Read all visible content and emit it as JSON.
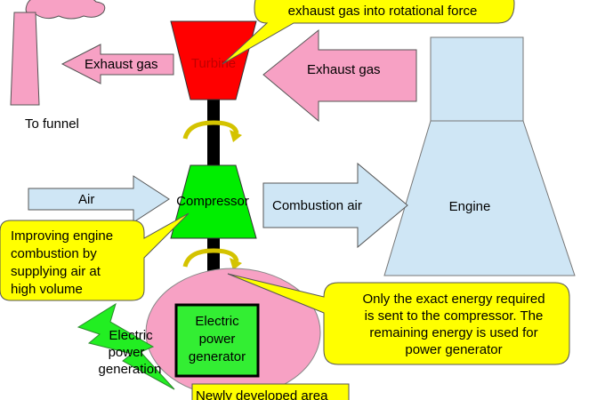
{
  "labels": {
    "turbine": "Turbine",
    "compressor": "Compressor",
    "engine": "Engine",
    "to_funnel": "To funnel",
    "air": "Air",
    "exhaust_gas_left": "Exhaust gas",
    "exhaust_gas_right": "Exhaust gas",
    "combustion_air": "Combustion air",
    "generator_line1": "Electric",
    "generator_line2": "power",
    "generator_line3": "generator",
    "lightning_line1": "Electric",
    "lightning_line2": "power",
    "lightning_line3": "generation",
    "new_area": "Newly developed area"
  },
  "callouts": {
    "turbine_note": "exhaust gas into rotational force",
    "compressor_note": [
      "Improving engine",
      "combustion by",
      "supplying air at",
      "high volume"
    ],
    "energy_note": [
      "Only the exact energy required",
      "is sent to the compressor. The",
      "remaining energy is used for",
      "power generator"
    ]
  },
  "colors": {
    "turbine": "#ff0000",
    "compressor": "#00ee00",
    "generator": "#33ee33",
    "pink": "#f7a1c4",
    "light_blue": "#cfe6f5",
    "callout": "#ffff00",
    "shaft": "#000000"
  },
  "icons": {
    "shaft_rotation": "rotation-arrow-icon",
    "lightning": "lightning-bolt-icon",
    "smoke": "smoke-cloud-icon"
  }
}
